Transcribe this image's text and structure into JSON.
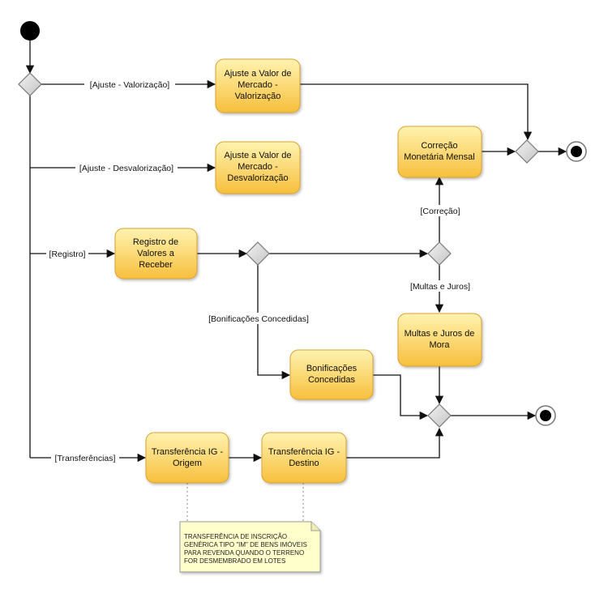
{
  "nodes": {
    "ajuste_valorizacao": {
      "lines": [
        "Ajuste a Valor de",
        "Mercado -",
        "Valorização"
      ]
    },
    "ajuste_desvalorizacao": {
      "lines": [
        "Ajuste a Valor de",
        "Mercado -",
        "Desvalorização"
      ]
    },
    "correcao_monetaria": {
      "lines": [
        "Correção",
        "Monetária Mensal"
      ]
    },
    "registro_valores": {
      "lines": [
        "Registro de",
        "Valores a",
        "Receber"
      ]
    },
    "multas_juros": {
      "lines": [
        "Multas e Juros de",
        "Mora"
      ]
    },
    "bonificacoes": {
      "lines": [
        "Bonificações",
        "Concedidas"
      ]
    },
    "transferencia_origem": {
      "lines": [
        "Transferência IG -",
        "Origem"
      ]
    },
    "transferencia_destino": {
      "lines": [
        "Transferência IG -",
        "Destino"
      ]
    }
  },
  "guards": {
    "ajuste_valorizacao": "[Ajuste - Valorização]",
    "ajuste_desvalorizacao": "[Ajuste - Desvalorização]",
    "registro": "[Registro]",
    "transferencias": "[Transferências]",
    "correcao": "[Correção]",
    "multas_juros": "[Multas e Juros]",
    "bonificacoes": "[Bonificações Concedidas]"
  },
  "note": {
    "lines": [
      "TRANSFERÊNCIA DE INSCRIÇÃO",
      "GENÉRICA TIPO \"IM\" DE BENS IMÓVEIS",
      "PARA REVENDA QUANDO O TERRENO",
      "FOR DESMEMBRADO EM LOTES"
    ]
  },
  "colors": {
    "box_top": "#fff3b0",
    "box_bottom": "#f7bf3c",
    "box_stroke": "#d9a230",
    "diamond_fill": "#d8d8d8",
    "diamond_stroke": "#777777",
    "note_fill": "#ffffcc"
  }
}
